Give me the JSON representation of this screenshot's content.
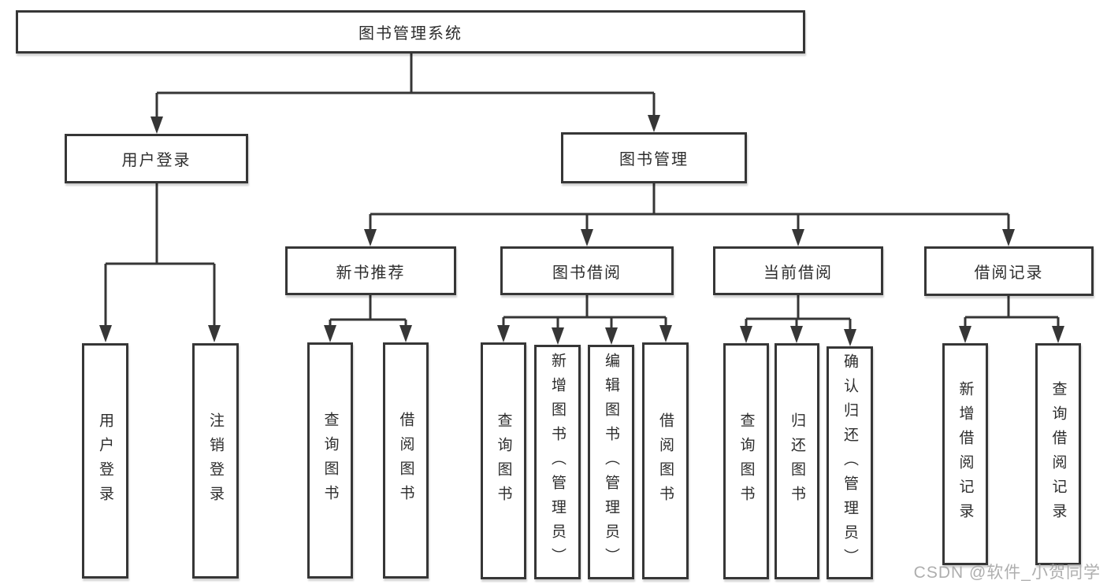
{
  "tree": {
    "label": "图书管理系统",
    "children": [
      {
        "label": "用户登录",
        "children": [
          {
            "label": "用户登录"
          },
          {
            "label": "注销登录"
          }
        ]
      },
      {
        "label": "图书管理",
        "children": [
          {
            "label": "新书推荐",
            "children": [
              {
                "label": "查询图书"
              },
              {
                "label": "借阅图书"
              }
            ]
          },
          {
            "label": "图书借阅",
            "children": [
              {
                "label": "查询图书"
              },
              {
                "label": "新增图书（管理员）"
              },
              {
                "label": "编辑图书（管理员）"
              },
              {
                "label": "借阅图书"
              }
            ]
          },
          {
            "label": "当前借阅",
            "children": [
              {
                "label": "查询图书"
              },
              {
                "label": "归还图书"
              },
              {
                "label": "确认归还（管理员）"
              }
            ]
          },
          {
            "label": "借阅记录",
            "children": [
              {
                "label": "新增借阅记录"
              },
              {
                "label": "查询借阅记录"
              }
            ]
          }
        ]
      }
    ]
  },
  "watermark": "CSDN @软件_小贺同学",
  "colors": {
    "line": "#363636",
    "box_border": "#363636",
    "text": "#2d2d2d",
    "background": "#ffffff",
    "watermark": "#a5a5a5"
  }
}
